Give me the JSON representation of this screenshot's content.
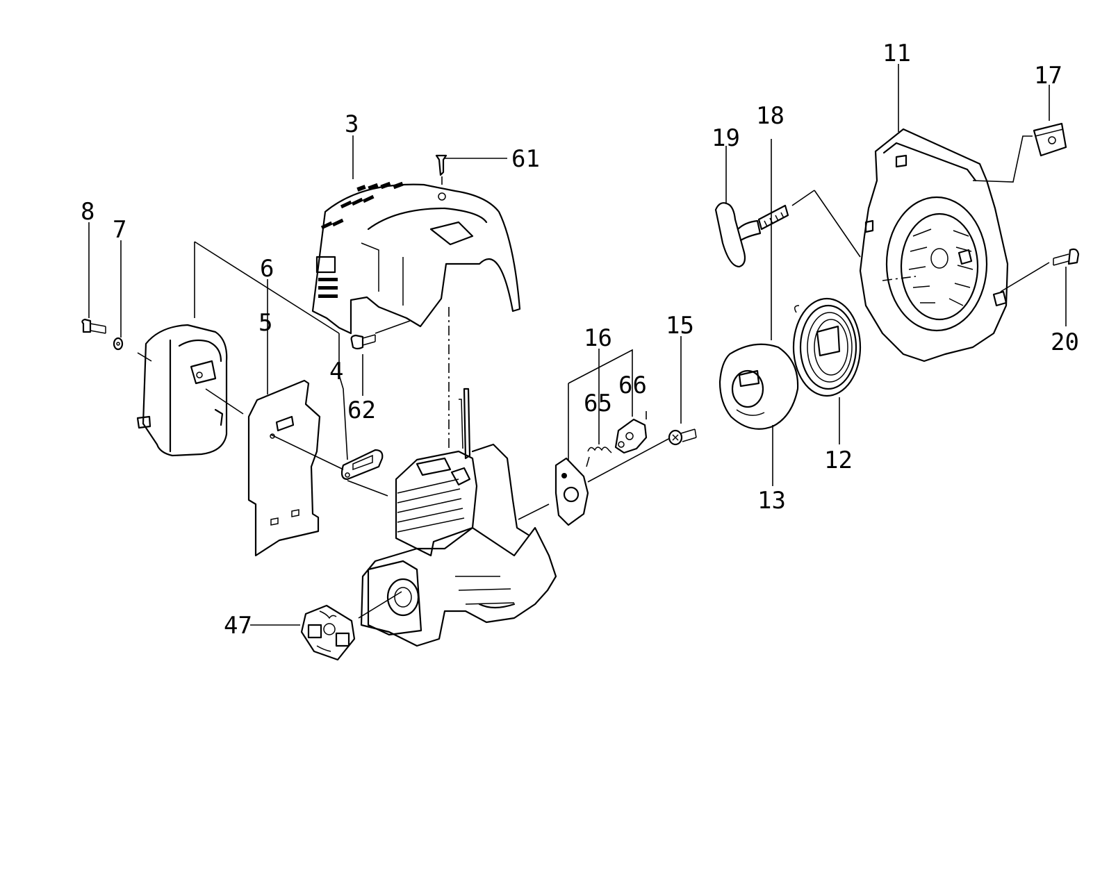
{
  "labels": {
    "p3": "3",
    "p4": "4",
    "p5": "5",
    "p6": "6",
    "p7": "7",
    "p8": "8",
    "p11": "11",
    "p12": "12",
    "p13": "13",
    "p15": "15",
    "p16": "16",
    "p17": "17",
    "p18": "18",
    "p19": "19",
    "p20": "20",
    "p47": "47",
    "p61": "61",
    "p62": "62",
    "p65": "65",
    "p66": "66"
  }
}
